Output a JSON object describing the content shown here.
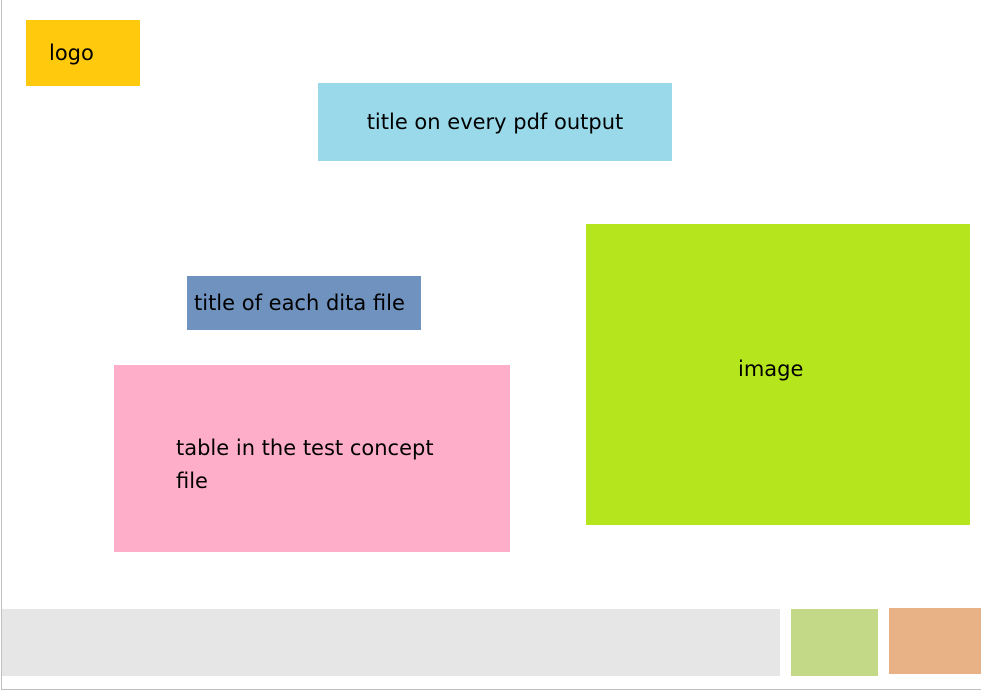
{
  "colors": {
    "logo": "#ffc90e",
    "pdf_title": "#99d9ea",
    "dita_title": "#7092be",
    "table": "#ffaec9",
    "image": "#b5e61d",
    "footer_bar": "#e6e6e6",
    "footer_green": "#c4d987",
    "footer_orange": "#e8b286"
  },
  "blocks": {
    "logo": "logo",
    "pdf_title": "title on every pdf output",
    "dita_title": "title of each dita file",
    "table": "table in the test concept file",
    "image": "image"
  }
}
